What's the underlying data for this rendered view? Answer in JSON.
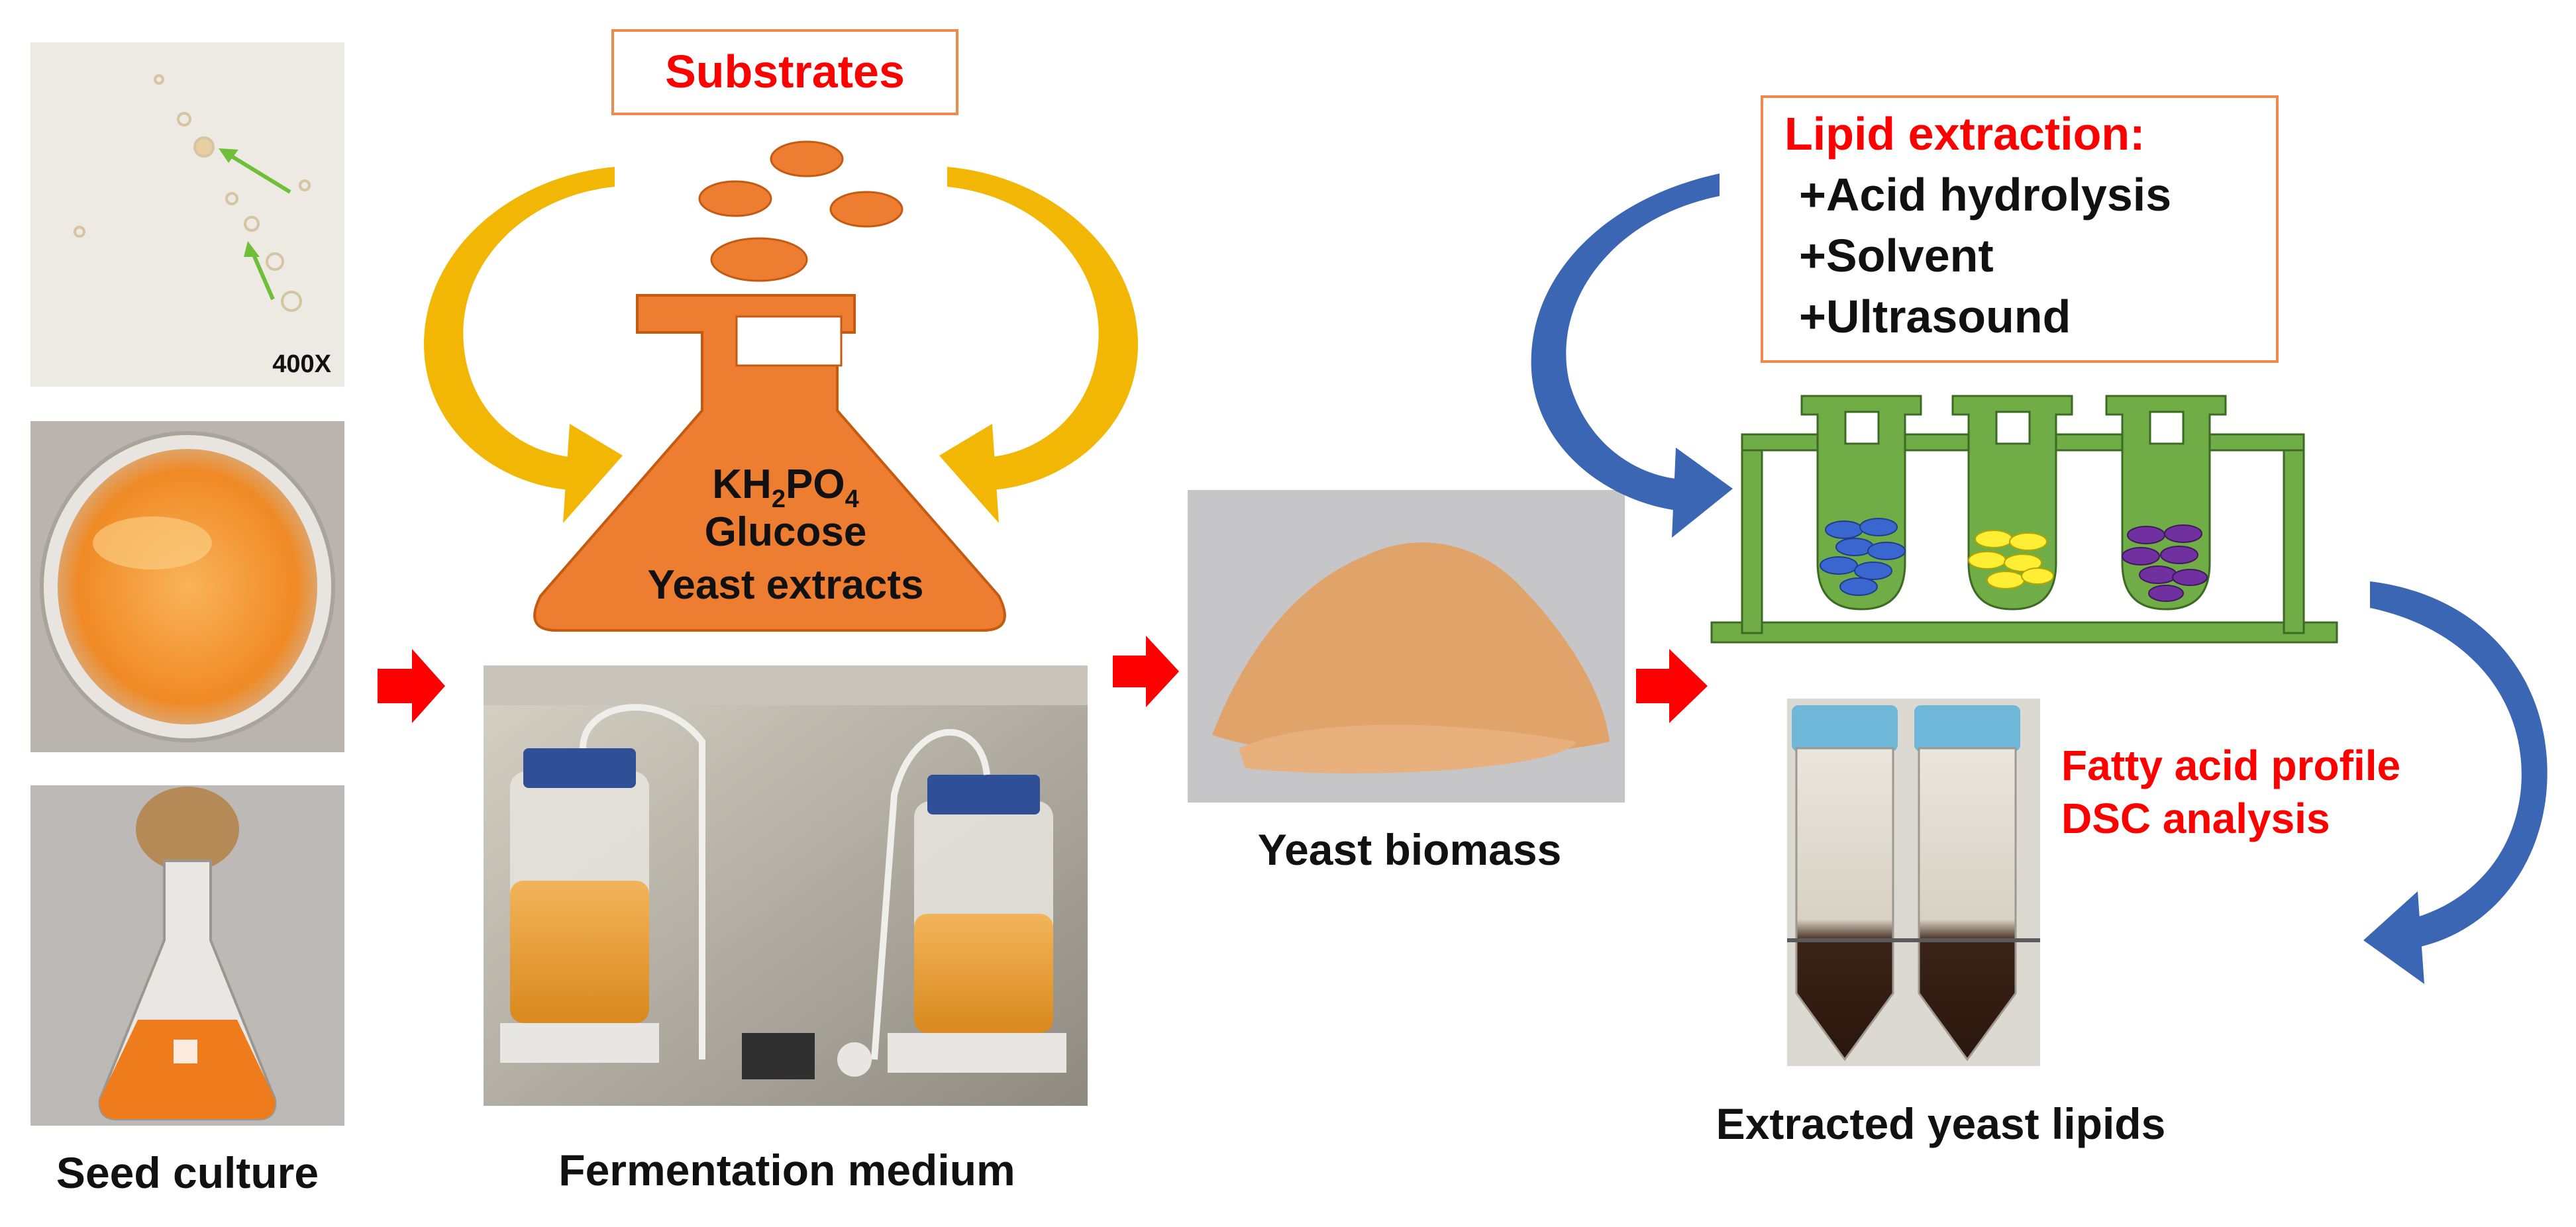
{
  "seed_culture": {
    "micrograph_label": "400X",
    "caption": "Seed culture"
  },
  "substrates": {
    "title": "Substrates",
    "flask_lines": [
      "Glucose",
      "Yeast extracts"
    ],
    "kh2po4": {
      "k": "KH",
      "sub1": "2",
      "p": "PO",
      "sub2": "4"
    }
  },
  "fermentation": {
    "caption": "Fermentation medium"
  },
  "biomass": {
    "caption": "Yeast biomass"
  },
  "lipid_extraction": {
    "title": "Lipid extraction:",
    "steps": [
      "+Acid hydrolysis",
      "+Solvent",
      "+Ultrasound"
    ]
  },
  "analysis": {
    "lines": [
      "Fatty acid profile",
      "DSC analysis"
    ]
  },
  "extracted": {
    "caption": "Extracted yeast lipids"
  },
  "colors": {
    "red_text": "#ff0000",
    "box_border": "#f08a4b",
    "flask_orange": "#ed7d31",
    "gold_arrow": "#f2b705",
    "blue_arrow": "#3a66b4",
    "rack_green": "#70ad47",
    "red_arrow": "#ff0000"
  }
}
